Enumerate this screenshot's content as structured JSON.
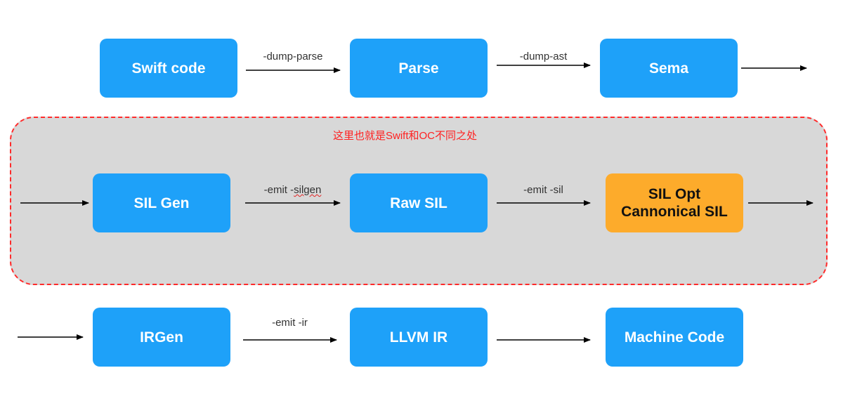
{
  "nodes": {
    "swift_code": "Swift code",
    "parse": "Parse",
    "sema": "Sema",
    "sil_gen": "SIL Gen",
    "raw_sil": "Raw SIL",
    "sil_opt_line1": "SIL Opt",
    "sil_opt_line2": "Cannonical SIL",
    "irgen": "IRGen",
    "llvm_ir": "LLVM IR",
    "machine_code": "Machine Code"
  },
  "edges": {
    "dump_parse": "-dump-parse",
    "dump_ast": "-dump-ast",
    "emit_silgen_prefix": "-emit -",
    "emit_silgen_flag": "silgen",
    "emit_sil": "-emit -sil",
    "emit_ir": "-emit -ir"
  },
  "region": {
    "note": "这里也就是Swift和OC不同之处"
  },
  "colors": {
    "node_blue": "#1ea1f9",
    "node_orange": "#fdab2b",
    "region_fill": "#d8d8d8",
    "region_border": "#ff2a2a",
    "note_text": "#ff2020"
  }
}
